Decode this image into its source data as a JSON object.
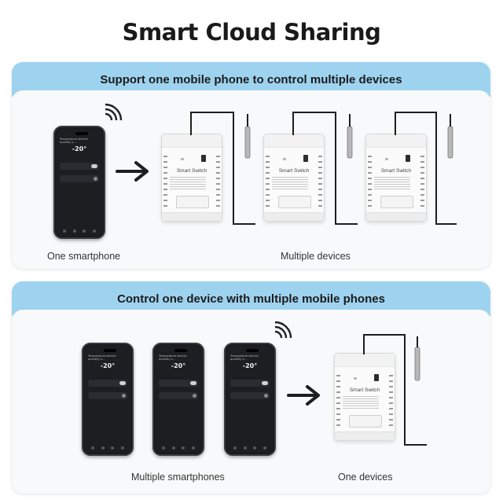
{
  "title": "Smart Cloud Sharing",
  "panel1": {
    "header": "Support one mobile phone to control multiple devices",
    "left_caption": "One smartphone",
    "right_caption": "Multiple devices"
  },
  "panel2": {
    "header": "Control one device with multiple mobile phones",
    "left_caption": "Multiple smartphones",
    "right_caption": "One devices"
  },
  "phone": {
    "temperature": "-20°",
    "screen_title": "Temperature electric quantity s..."
  },
  "device": {
    "label": "Smart Switch"
  },
  "colors": {
    "header_band": "#9ed3f0",
    "device_body": "#fbfbfb",
    "cable": "#1e1e1e",
    "phone_body": "#15161a"
  }
}
